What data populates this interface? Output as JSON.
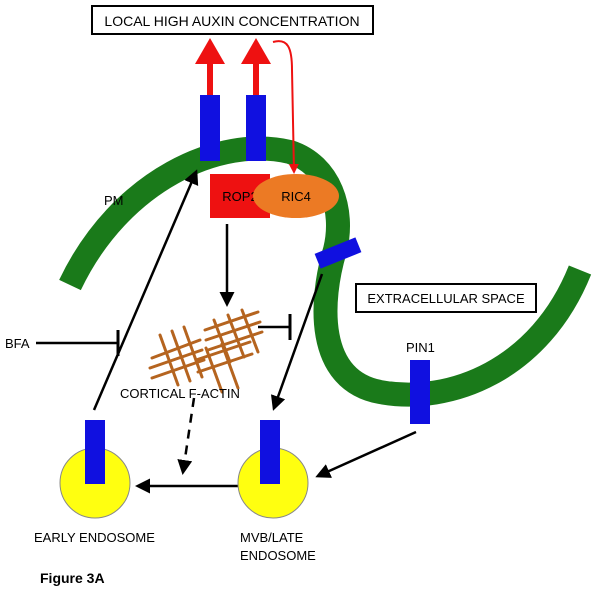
{
  "labels": {
    "auxin": "LOCAL HIGH AUXIN CONCENTRATION",
    "extracellular": "EXTRACELLULAR SPACE",
    "pm": "PM",
    "rop2": "ROP2",
    "ric4": "RIC4",
    "pin1": "PIN1",
    "bfa": "BFA",
    "actin": "CORTICAL F-ACTIN",
    "early_endosome": "EARLY ENDOSOME",
    "mvb_line1": "MVB/LATE",
    "mvb_line2": "ENDOSOME",
    "figure": "Figure 3A"
  },
  "colors": {
    "membrane": "#1a7a1a",
    "transporter": "#1010e0",
    "rop2": "#ee1111",
    "ric4": "#ec7a24",
    "auxin_arrow": "#ee1111",
    "actin": "#b5641f",
    "endosome": "#ffff10",
    "arrow": "#000000"
  }
}
